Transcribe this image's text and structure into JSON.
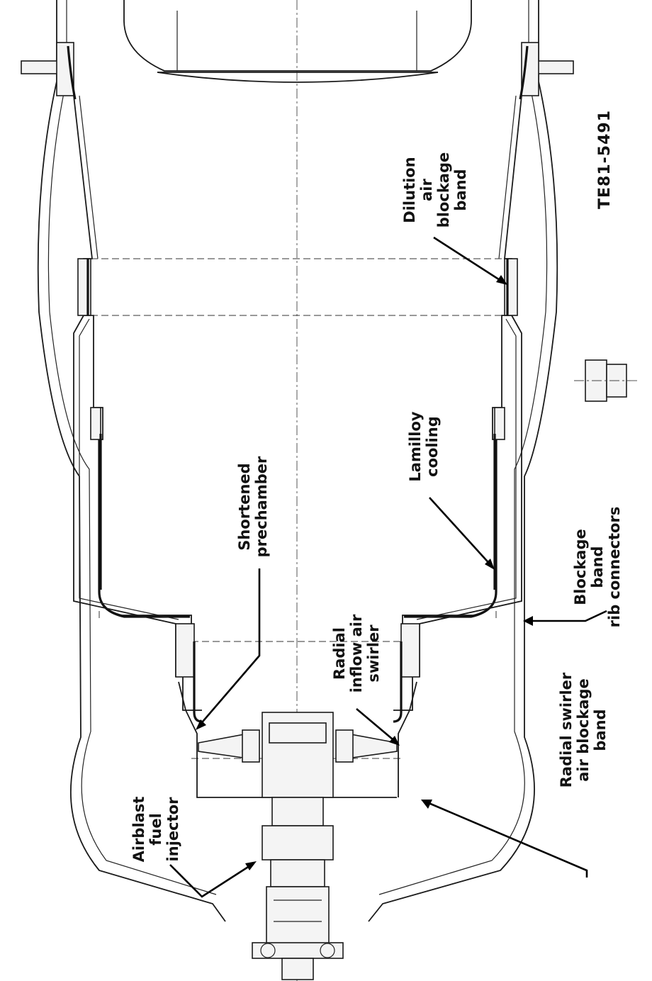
{
  "figure": {
    "reference_number": "TE81-5491"
  },
  "labels": {
    "dilution_band": [
      "Dilution",
      "air",
      "blockage",
      "band"
    ],
    "lamilloy": [
      "Lamilloy",
      "cooling"
    ],
    "blockage_band": [
      "Blockage",
      "band",
      "rib connectors"
    ],
    "shortened_prechamber": [
      "Shortened",
      "prechamber"
    ],
    "radial_inflow": [
      "Radial",
      "inflow air",
      "swirler"
    ],
    "radial_swirler_band": [
      "Radial swirler",
      "air blockage",
      "band"
    ],
    "airblast_injector": [
      "Airblast",
      "fuel",
      "injector"
    ]
  }
}
